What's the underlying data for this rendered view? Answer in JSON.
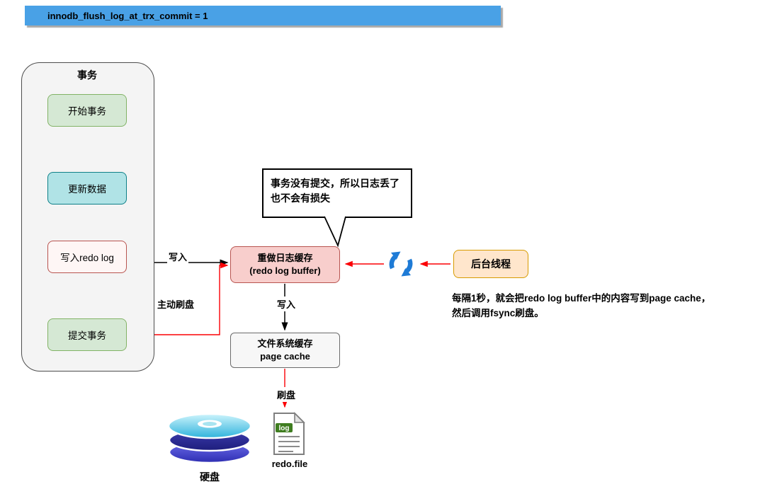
{
  "banner": {
    "label": "innodb_flush_log_at_trx_commit = 1"
  },
  "transaction": {
    "title": "事务",
    "steps": [
      {
        "label": "开始事务"
      },
      {
        "label": "更新数据"
      },
      {
        "label": "写入redo log"
      },
      {
        "label": "提交事务"
      }
    ]
  },
  "callout": {
    "lines": [
      "事务没有提交，所以日志丢了",
      "也不会有损失"
    ]
  },
  "nodes": {
    "redo_log_buffer": {
      "title": "重做日志缓存",
      "subtitle": "(redo log buffer)"
    },
    "page_cache": {
      "title": "文件系统缓存",
      "subtitle": "page cache"
    },
    "background_thread": {
      "label": "后台线程"
    },
    "disk": {
      "label": "硬盘"
    },
    "redo_file": {
      "label": "redo.file",
      "badge": "log"
    }
  },
  "edge_labels": {
    "write_to_buffer": "写入",
    "manual_flush": "主动刷盘",
    "write_to_page_cache": "写入",
    "flush_to_disk": "刷盘"
  },
  "note": {
    "lines": [
      "每隔1秒，就会把redo log buffer中的内容写到page cache，",
      "然后调用fsync刷盘。"
    ]
  },
  "colors": {
    "banner": "#49a1e6",
    "green_fill": "#d5e8d4",
    "green_stroke": "#82b366",
    "teal_fill": "#b0e3e6",
    "teal_stroke": "#0e8088",
    "red_fill": "#f8cecc",
    "red_stroke": "#b85450",
    "redlight_fill": "#fef6f5",
    "orange_fill": "#ffe6cc",
    "orange_stroke": "#d79b00",
    "edge_black": "#000000",
    "edge_red": "#fb0005",
    "sync_icon": "#1e7bd6"
  }
}
